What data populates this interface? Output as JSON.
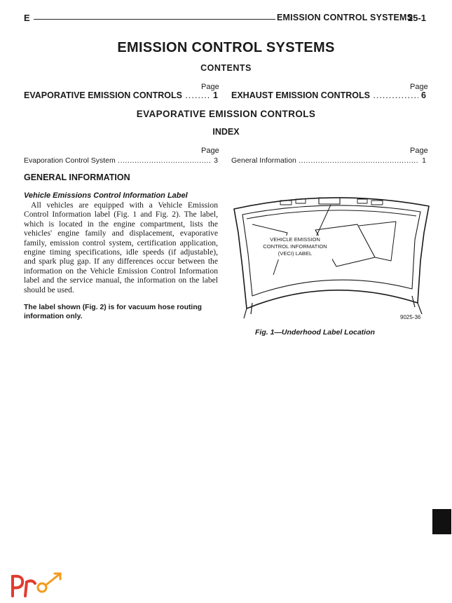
{
  "header": {
    "left_letter": "E",
    "section": "EMISSION CONTROL SYSTEMS",
    "page_number": "25-1"
  },
  "title": "EMISSION CONTROL SYSTEMS",
  "contents": {
    "heading": "CONTENTS",
    "page_label": "Page",
    "entries": [
      {
        "title": "EVAPORATIVE EMISSION CONTROLS",
        "page": "1"
      },
      {
        "title": "EXHAUST EMISSION CONTROLS",
        "page": "6"
      }
    ]
  },
  "section": {
    "title": "EVAPORATIVE EMISSION CONTROLS",
    "index": {
      "heading": "INDEX",
      "page_label": "Page",
      "entries": [
        {
          "title": "Evaporation Control System",
          "page": "3"
        },
        {
          "title": "General Information",
          "page": "1"
        }
      ]
    },
    "general_information": {
      "heading": "GENERAL INFORMATION",
      "subheading": "Vehicle Emissions Control Information Label",
      "paragraph": "All vehicles are equipped with a Vehicle Emission Control Information label (Fig. 1 and Fig. 2). The label, which is located in the engine compartment, lists the vehicles' engine family and displacement, evaporative family, emission control system, certification application, engine timing specifications, idle speeds (if adjustable), and spark plug gap. If any differences occur between the information on the Vehicle Emission Control Information label and the service manual, the information on the label should be used.",
      "note": "The label shown (Fig. 2) is for vacuum hose routing information only."
    }
  },
  "figure": {
    "label_line1": "VEHICLE EMISSION",
    "label_line2": "CONTROL INFORMATION",
    "label_line3": "(VECI) LABEL",
    "code": "9025-36",
    "caption": "Fig. 1—Underhood Label Location"
  },
  "colors": {
    "ink": "#1a1a1a",
    "logo_red": "#e23b2e",
    "logo_orange": "#f39a1e"
  },
  "icons": {
    "logo": "pr-concept-logo",
    "tab": "chapter-thumb-tab"
  }
}
